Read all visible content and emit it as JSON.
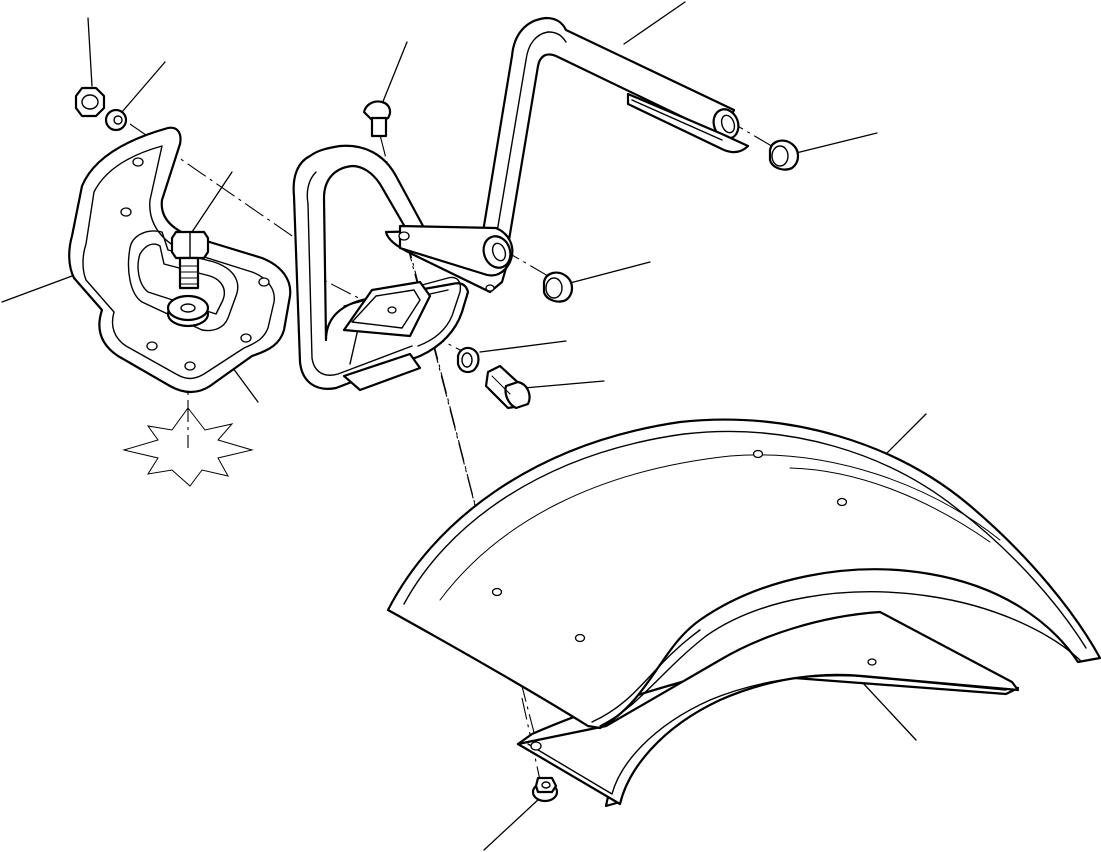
{
  "figure": {
    "subject": "fender-and-handrail-mounting-exploded-view",
    "parts": [
      "lock-nut",
      "washer",
      "bracket-plate",
      "bolt",
      "spacer-washer",
      "grab-handle",
      "handrail-tube",
      "end-cap",
      "screw",
      "fender",
      "fender-liner",
      "flange-nut",
      "weld-nut",
      "hex-bolt"
    ],
    "callout_count": 16
  },
  "colors": {
    "line": "#000000",
    "background": "#ffffff"
  }
}
